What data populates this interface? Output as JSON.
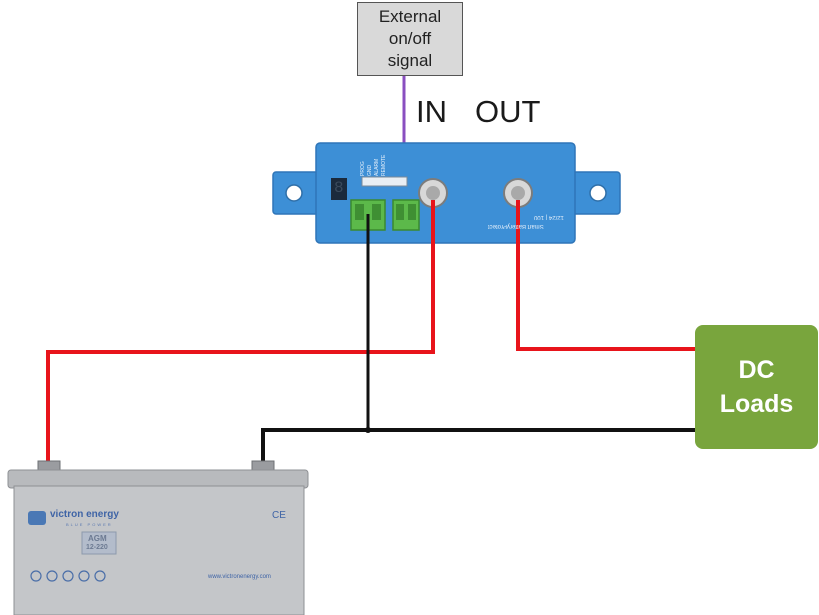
{
  "external_signal": {
    "line1": "External",
    "line2": "on/off",
    "line3": "signal"
  },
  "protect": {
    "in_label": "IN",
    "out_label": "OUT",
    "device_text": "Smart BatteryProtect",
    "rating_text": "12/24 | 100",
    "header_pins": [
      "PROG",
      "GND",
      "ALARM",
      "REMOTE"
    ],
    "display_digit": "8"
  },
  "loads": {
    "line1": "DC",
    "line2": "Loads"
  },
  "battery": {
    "brand": "victron energy",
    "tagline": "BLUE POWER",
    "type_line1": "AGM",
    "type_line2": "12-220",
    "website": "www.victronenergy.com",
    "cert": "CE"
  },
  "colors": {
    "positive_wire": "#e8141b",
    "negative_wire": "#111111",
    "remote_wire": "#8a4fc0",
    "device_blue": "#3d8fd6",
    "terminal_green": "#5cb94a",
    "loads_green": "#79a53d",
    "battery_gray": "#c4c6c9"
  }
}
